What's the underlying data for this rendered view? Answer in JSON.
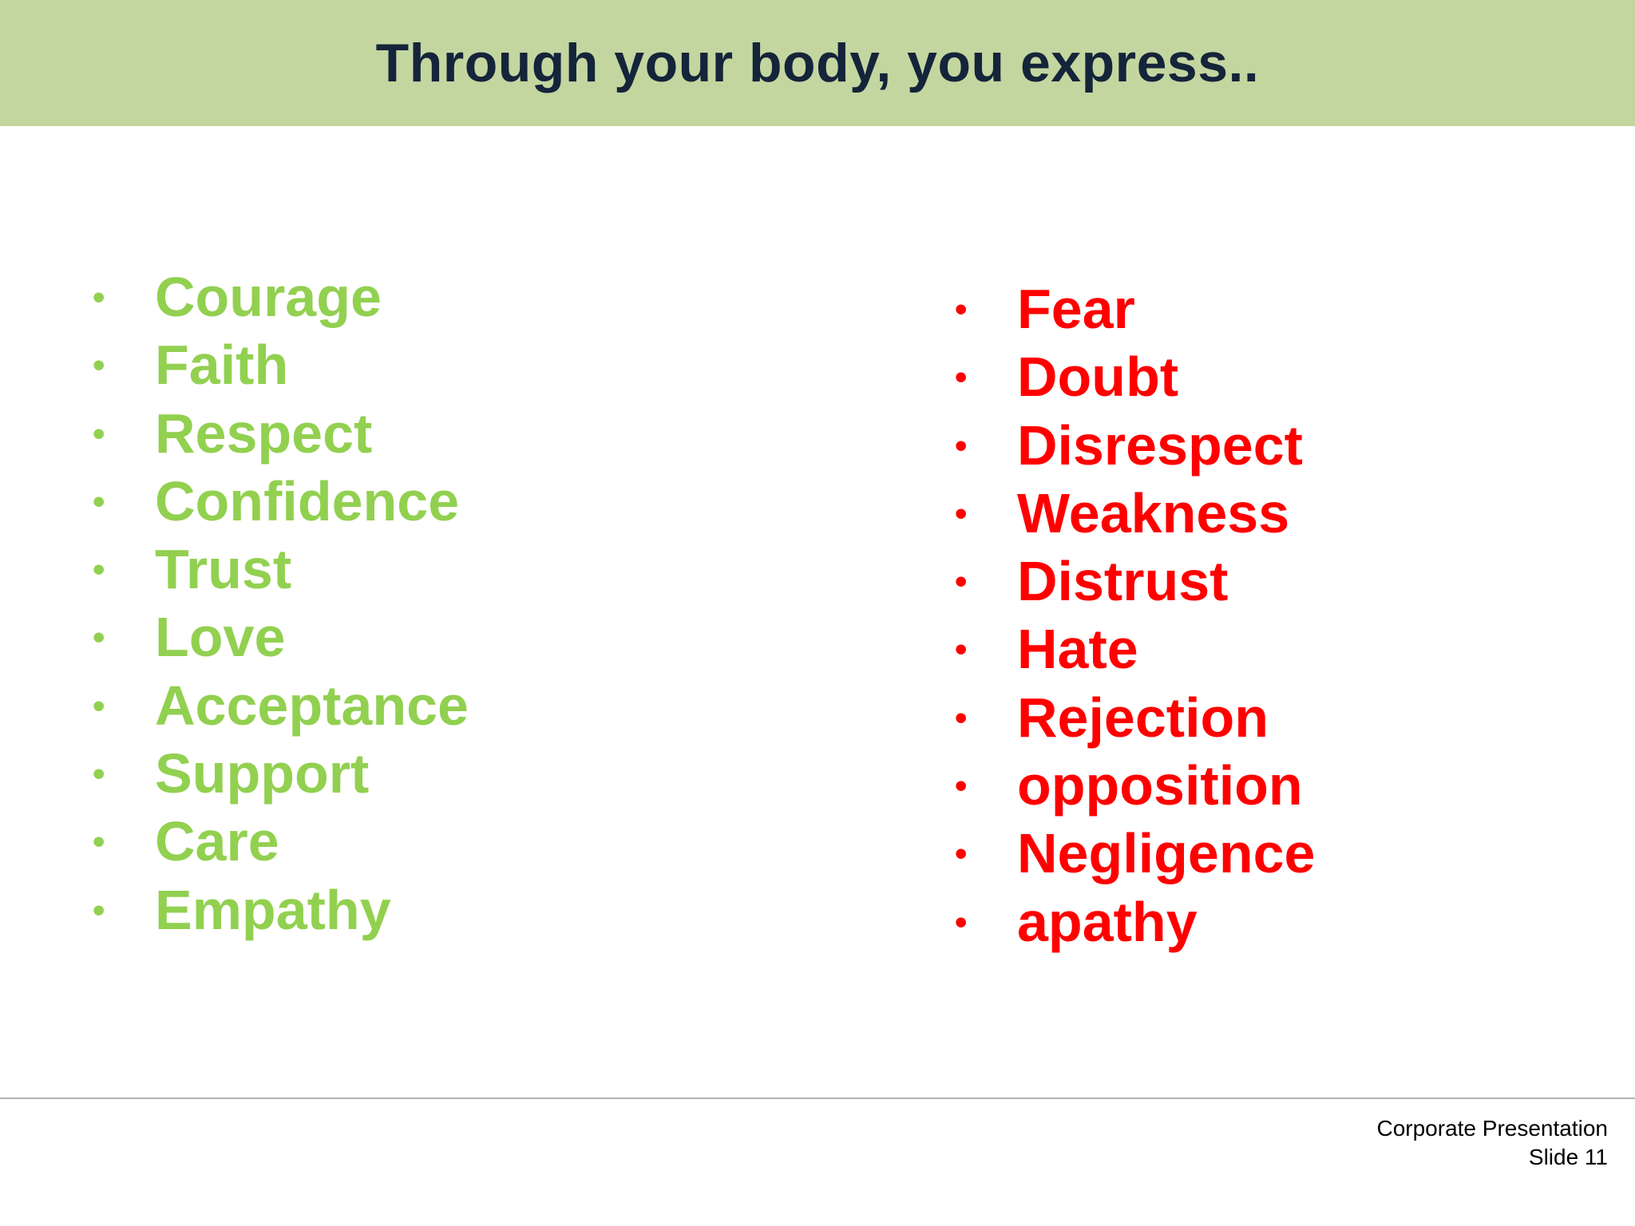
{
  "slide": {
    "title": "Through your body, you express..",
    "colors": {
      "header_background": "#c4d6a0",
      "title_text": "#14243a",
      "positive": "#92d050",
      "negative": "#ff0000"
    },
    "bullet_glyph": "•",
    "positive_items": [
      {
        "label": "Courage"
      },
      {
        "label": "Faith"
      },
      {
        "label": "Respect"
      },
      {
        "label": "Confidence"
      },
      {
        "label": "Trust"
      },
      {
        "label": "Love"
      },
      {
        "label": "Acceptance"
      },
      {
        "label": "Support"
      },
      {
        "label": "Care"
      },
      {
        "label": "Empathy"
      }
    ],
    "negative_items": [
      {
        "label": "Fear"
      },
      {
        "label": "Doubt"
      },
      {
        "label": "Disrespect"
      },
      {
        "label": "Weakness"
      },
      {
        "label": "Distrust"
      },
      {
        "label": "Hate"
      },
      {
        "label": "Rejection"
      },
      {
        "label": "opposition"
      },
      {
        "label": "Negligence"
      },
      {
        "label": "apathy"
      }
    ]
  },
  "footer": {
    "presentation_name": "Corporate Presentation",
    "slide_number": "Slide 11"
  }
}
